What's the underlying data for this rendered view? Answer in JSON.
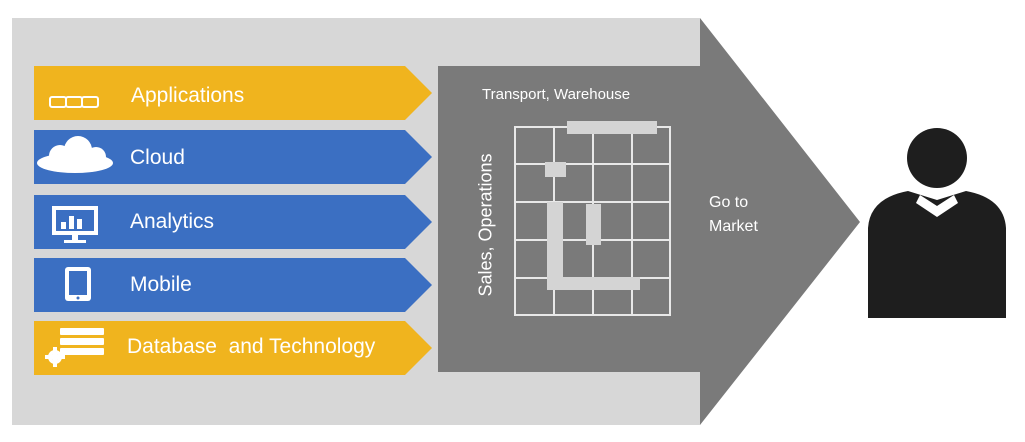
{
  "colors": {
    "panel": "#d7d7d7",
    "arrow": "#7a7a7a",
    "yellow": "#f0b41e",
    "blue": "#3b6fc2",
    "grid_line": "#e8e8e8",
    "grid_mark": "#d4d4d4",
    "text": "#ffffff",
    "person": "#1e1e1e"
  },
  "layers": [
    {
      "label": "Applications",
      "color": "yellow",
      "icon": "chain-icon"
    },
    {
      "label": "Cloud",
      "color": "blue",
      "icon": "cloud-icon"
    },
    {
      "label": "Analytics",
      "color": "blue",
      "icon": "monitor-chart-icon"
    },
    {
      "label": "Mobile",
      "color": "blue",
      "icon": "tablet-icon"
    },
    {
      "label": "Database  and Technology",
      "color": "yellow",
      "icon": "database-gear-icon"
    }
  ],
  "arrow": {
    "top_label": "Transport, Warehouse",
    "side_label": "Sales, Operations",
    "target_label_line1": "Go to",
    "target_label_line2": "Market"
  },
  "person": {
    "icon": "person-icon"
  }
}
